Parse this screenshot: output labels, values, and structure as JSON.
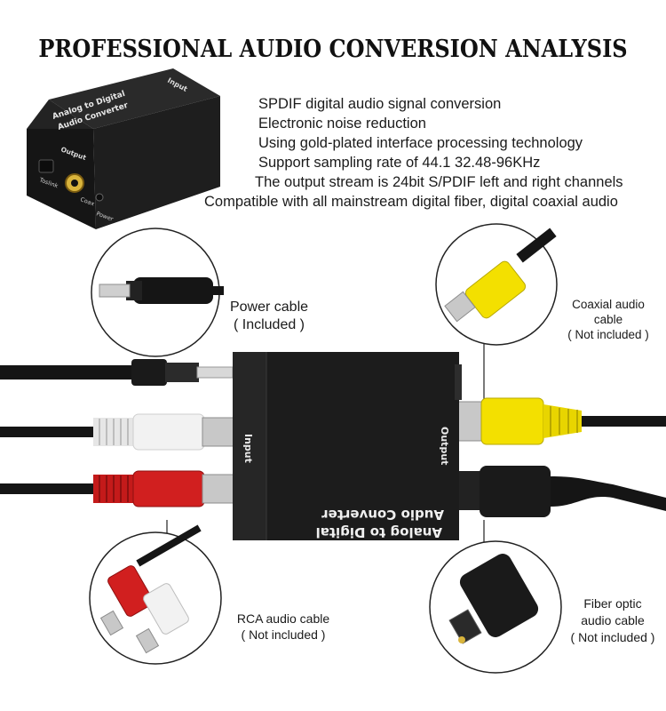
{
  "title": "PROFESSIONAL AUDIO CONVERSION ANALYSIS",
  "features": [
    "SPDIF digital audio signal conversion",
    "Electronic noise reduction",
    "Using gold-plated interface processing technology",
    "Support sampling rate of 44.1 32.48-96KHz",
    "The output stream is 24bit S/PDIF left and right channels",
    "Compatible with all mainstream digital fiber, digital coaxial audio"
  ],
  "device_small": {
    "name_line1": "Analog to Digital",
    "name_line2": "Audio Converter",
    "output_label": "Output",
    "input_label": "Input",
    "toslink_label": "Toslink",
    "coax_label": "Coax",
    "power_label": "Power"
  },
  "device_large": {
    "name_line1": "Analog to Digital",
    "name_line2": "Audio Converter",
    "input_label": "Input",
    "output_label": "Output"
  },
  "callouts": {
    "power": {
      "line1": "Power cable",
      "line2": "( Included )"
    },
    "coaxial": {
      "line1": "Coaxial audio",
      "line2": "cable",
      "line3": "( Not included )"
    },
    "rca": {
      "line1": "RCA audio cable",
      "line2": "( Not included )"
    },
    "fiber": {
      "line1": "Fiber optic",
      "line2": "audio cable",
      "line3": "( Not included )"
    }
  },
  "colors": {
    "device_body": "#1c1c1c",
    "rca_white": "#f2f2f2",
    "rca_red": "#d11f1f",
    "coax_yellow": "#f3e000",
    "gold": "#c9a227",
    "cable_black": "#151515"
  }
}
